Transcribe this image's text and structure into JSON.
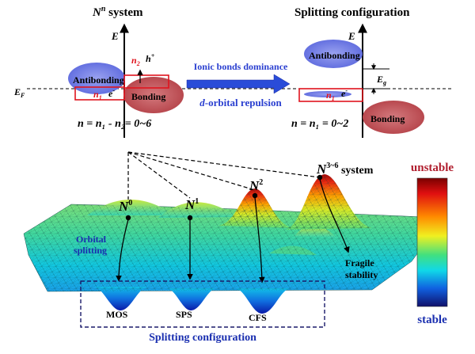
{
  "left_panel": {
    "title_main": "N",
    "title_sup": "n",
    "title_rest": " system",
    "energy_axis": "E",
    "fermi_level": "E",
    "fermi_sub": "F",
    "antibonding": "Antibonding",
    "bonding": "Bonding",
    "n2": "n",
    "n2_sub": "2",
    "hole": "h",
    "hole_sup": "+",
    "n1": "n",
    "n1_sub": "1",
    "electron": "e",
    "electron_sup": "-",
    "formula": "n = n₁ - n₂= 0~6"
  },
  "arrow": {
    "label_top": "Ionic bonds dominance",
    "label_bottom_italic": "d",
    "label_bottom_rest": "-orbital repulsion"
  },
  "right_panel": {
    "title": "Splitting configuration",
    "energy_axis": "E",
    "antibonding": "Antibonding",
    "bonding": "Bonding",
    "gap": "E",
    "gap_sub": "g",
    "n1": "n",
    "n1_sub": "1",
    "electron": "e",
    "electron_sup": "-",
    "formula": "n = n₁ = 0~2"
  },
  "landscape": {
    "peaks": [
      {
        "base": "N",
        "sup": "0"
      },
      {
        "base": "N",
        "sup": "1"
      },
      {
        "base": "N",
        "sup": "2"
      },
      {
        "base": "N",
        "sup": "3~6",
        "suffix": " system"
      }
    ],
    "orbital_splitting": [
      "Orbital",
      "splitting"
    ],
    "fragile_stability": [
      "Fragile",
      "stability"
    ],
    "wells": [
      "MOS",
      "SPS",
      "CFS"
    ],
    "splitting_configuration": "Splitting configuration"
  },
  "colorbar": {
    "top_label": "unstable",
    "bottom_label": "stable",
    "top_color": "#b01e2e",
    "bottom_color": "#1a2fb0"
  },
  "colors": {
    "antibonding": "#7d86e8",
    "bonding": "#c0555a",
    "highlight_box": "#e0141e",
    "n2_text": "#e0141e",
    "arrow_blue": "#2a4cd8"
  }
}
